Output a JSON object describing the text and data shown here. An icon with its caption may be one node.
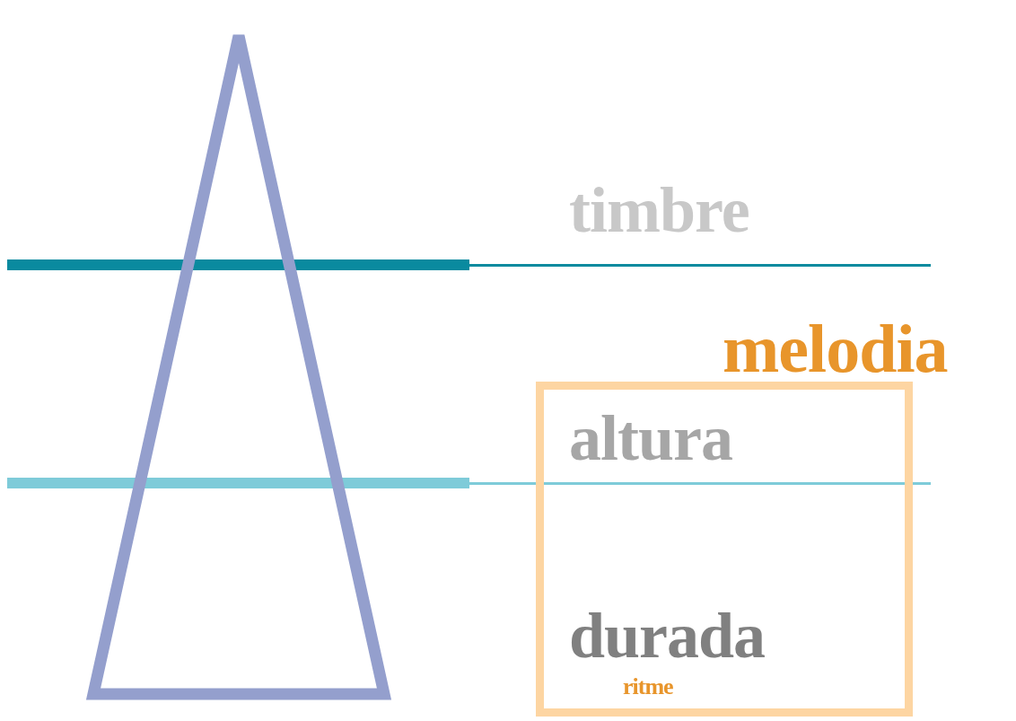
{
  "diagram": {
    "nodes": [
      {
        "text": [],
        "shape": "triangle"
      },
      {
        "text": [
          "melodia",
          "altura",
          "durada",
          "ritme"
        ]
      }
    ],
    "labels": [
      "timbre"
    ]
  }
}
